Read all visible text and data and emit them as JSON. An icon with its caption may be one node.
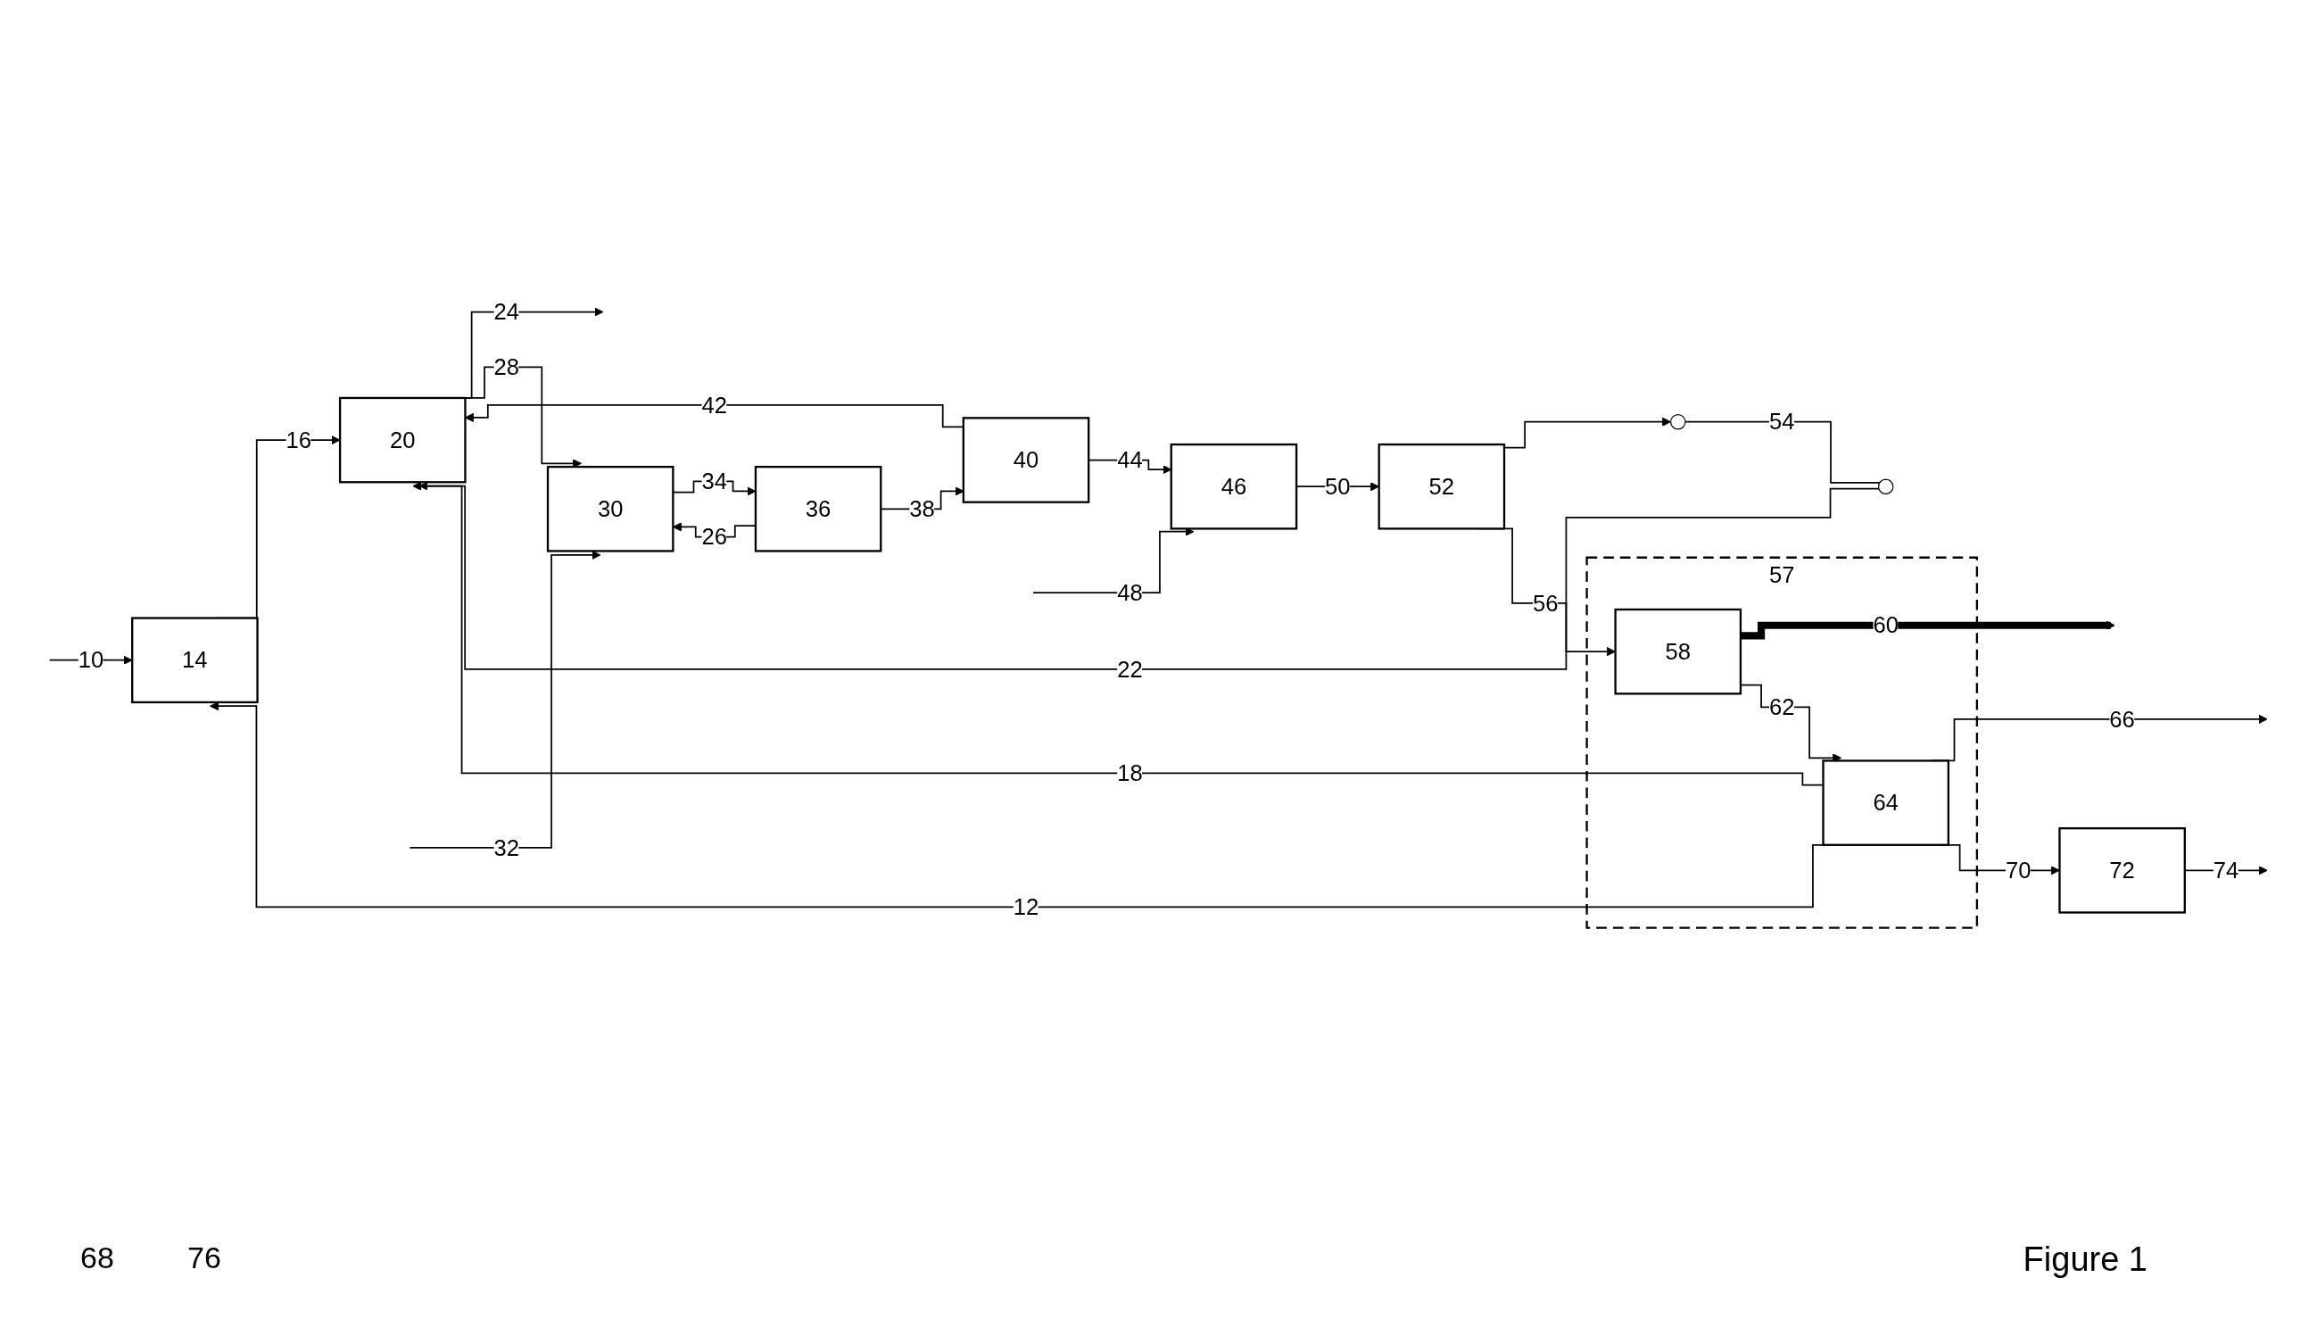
{
  "diagram": {
    "caption": "Figure 1",
    "nodes": [
      {
        "text": [
          "14"
        ]
      },
      {
        "text": [
          "20"
        ]
      },
      {
        "text": [
          "30"
        ]
      },
      {
        "text": [
          "36"
        ]
      },
      {
        "text": [
          "40"
        ]
      },
      {
        "text": [
          "46"
        ]
      },
      {
        "text": [
          "52"
        ]
      },
      {
        "text": [
          "57"
        ]
      },
      {
        "text": [
          "58"
        ],
        "in": 7
      },
      {
        "text": [
          "64"
        ],
        "in": 7
      },
      {
        "text": [
          "72"
        ]
      },
      {
        "text": [],
        "shape": "circle"
      },
      {
        "text": [],
        "shape": "circle"
      }
    ],
    "edges": [
      {
        "from": null,
        "to": 0,
        "arrow": "to",
        "label": "10"
      },
      {
        "from": 9,
        "to": 0,
        "arrow": "to",
        "label": "12"
      },
      {
        "from": 0,
        "to": 1,
        "arrow": "to",
        "label": "16"
      },
      {
        "from": 9,
        "to": 1,
        "arrow": "to",
        "label": "18"
      },
      {
        "from": 12,
        "to": 1,
        "arrow": "to",
        "label": "22"
      },
      {
        "from": 1,
        "to": null,
        "arrow": "to",
        "label": "24"
      },
      {
        "from": 3,
        "to": 2,
        "arrow": "to",
        "label": "26"
      },
      {
        "from": 1,
        "to": 2,
        "arrow": "to",
        "label": "28"
      },
      {
        "from": null,
        "to": 2,
        "arrow": "to",
        "label": "32"
      },
      {
        "from": 2,
        "to": 3,
        "arrow": "to",
        "label": "34"
      },
      {
        "from": 3,
        "to": 4,
        "arrow": "to",
        "label": "38"
      },
      {
        "from": 4,
        "to": 1,
        "arrow": "to",
        "label": "42"
      },
      {
        "from": 4,
        "to": 5,
        "arrow": "to",
        "label": "44"
      },
      {
        "from": null,
        "to": 5,
        "arrow": "to",
        "label": "48"
      },
      {
        "from": 5,
        "to": 6,
        "arrow": "to",
        "label": "50"
      },
      {
        "from": 6,
        "to": 11,
        "arrow": "to"
      },
      {
        "from": 11,
        "to": 12,
        "arrow": "none",
        "label": "54"
      },
      {
        "from": 6,
        "to": 8,
        "arrow": "to",
        "label": "56"
      },
      {
        "from": 8,
        "to": null,
        "arrow": "to",
        "label": "60",
        "style": "thick"
      },
      {
        "from": 8,
        "to": 9,
        "arrow": "to",
        "label": "62"
      },
      {
        "from": 9,
        "to": null,
        "arrow": "to",
        "label": "66"
      },
      {
        "from": 9,
        "to": 10,
        "arrow": "to",
        "label": "70"
      },
      {
        "from": 10,
        "to": null,
        "arrow": "to",
        "label": "74"
      }
    ],
    "labels": [
      "68",
      "76"
    ]
  }
}
